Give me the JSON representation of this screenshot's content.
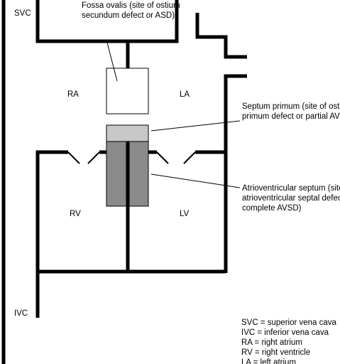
{
  "colors": {
    "wall": "#000000",
    "fossa_fill": "#ffffff",
    "septum_primum_fill": "#c8c8c8",
    "av_septum_fill": "#8a8a8a",
    "background": "#ffffff"
  },
  "vessels": {
    "svc": "SVC",
    "ivc": "IVC"
  },
  "chambers": {
    "ra": "RA",
    "la": "LA",
    "rv": "RV",
    "lv": "LV"
  },
  "annotations": {
    "fossa_ovalis": [
      "Fossa ovalis (site of ostium",
      "secundum defect or ASD)"
    ],
    "septum_primum": [
      "Septum primum (site of ostium",
      "primum defect or partial AVSD)"
    ],
    "av_septum": [
      "Atrioventricular septum (site of",
      "atrioventricular septal defect or",
      "complete AVSD)"
    ]
  },
  "legend": [
    "SVC = superior vena cava",
    "IVC = inferior vena cava",
    "RA = right atrium",
    "RV = right ventricle",
    "LA = left atrium"
  ]
}
